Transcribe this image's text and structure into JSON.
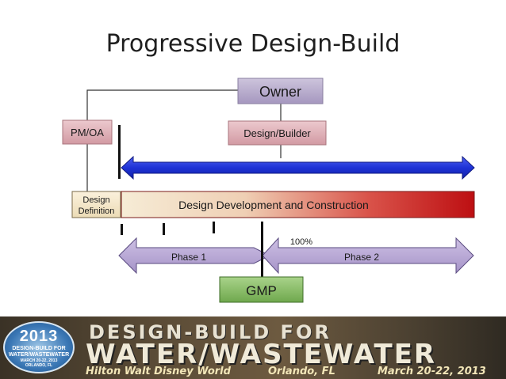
{
  "title": "Progressive Design-Build",
  "nodes": {
    "owner": "Owner",
    "pm_oa": "PM/OA",
    "design_builder": "Design/Builder",
    "design_definition_line1": "Design",
    "design_definition_line2": "Definition",
    "design_development": "Design Development and Construction",
    "percent_label": "100%",
    "phase1": "Phase 1",
    "phase2": "Phase 2",
    "gmp": "GMP"
  },
  "banner": {
    "logo_year": "2013",
    "logo_line1": "DESIGN-BUILD FOR",
    "logo_line2": "WATER/WASTEWATER",
    "logo_line3": "MARCH 20-22, 2013",
    "logo_line4": "ORLANDO, FL",
    "title_line1": "DESIGN-BUILD FOR",
    "title_line2": "WATER/WASTEWATER",
    "venue": "Hilton Walt Disney World",
    "city": "Orlando, FL",
    "dates": "March 20-22, 2013"
  },
  "colors": {
    "owner_box": "#b3a8c8",
    "pm_box": "#d9aab1",
    "builder_box": "#d9aab1",
    "blue_arrow": "#1e32d6",
    "red_bar": "#c41414",
    "phase_arrow": "#b6a6d4",
    "gmp_box": "#8ec06c"
  }
}
